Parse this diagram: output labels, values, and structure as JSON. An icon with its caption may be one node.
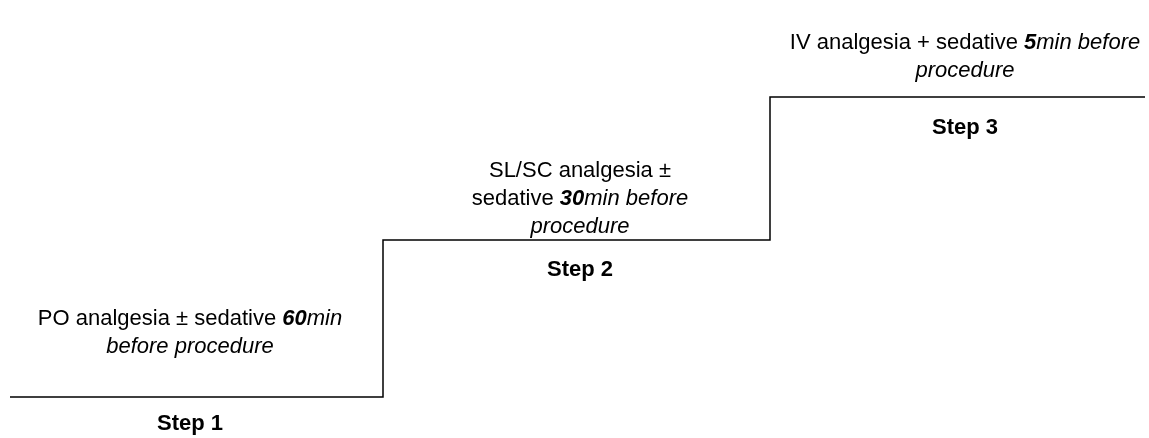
{
  "diagram": {
    "labels": [
      "PO analgesia ± sedative **60**min before procedure",
      "Step 1",
      "SL/SC analgesia ± sedative **30**min before procedure",
      "Step 2",
      "IV analgesia + sedative **5**min before procedure",
      "Step 3"
    ]
  }
}
